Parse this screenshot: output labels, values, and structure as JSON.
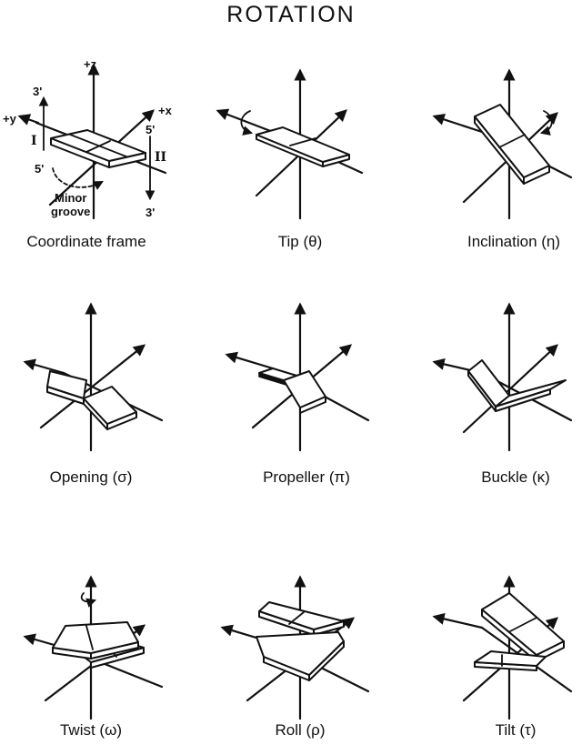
{
  "title": "ROTATION",
  "panels": [
    {
      "caption": "Coordinate frame"
    },
    {
      "caption": "Tip (θ)"
    },
    {
      "caption": "Inclination (η)"
    },
    {
      "caption": "Opening (σ)"
    },
    {
      "caption": "Propeller (π)"
    },
    {
      "caption": "Buckle (κ)"
    },
    {
      "caption": "Twist (ω)"
    },
    {
      "caption": "Roll (ρ)"
    },
    {
      "caption": "Tilt (τ)"
    }
  ],
  "frame_labels": {
    "plus_z": "+z",
    "plus_x": "+x",
    "plus_y": "+y",
    "strand_one": "I",
    "strand_two": "II",
    "three_prime_left": "3'",
    "five_prime_left": "5'",
    "five_prime_right": "5'",
    "three_prime_right": "3'",
    "minor_groove": [
      "Minor",
      "groove"
    ]
  }
}
